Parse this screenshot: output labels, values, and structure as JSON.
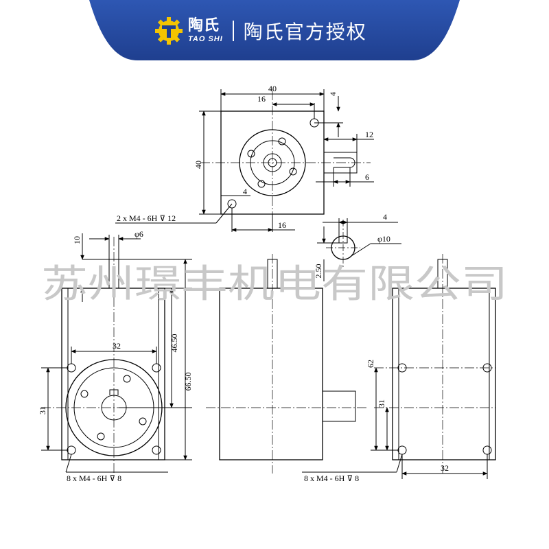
{
  "header": {
    "logo_cn": "陶氏",
    "logo_en": "TAO SHI",
    "slogan": "陶氏官方授权",
    "colors": {
      "banner": "#1f3f8f",
      "banner_light": "#2e57b3",
      "logo_yellow": "#f5c400"
    }
  },
  "watermark": {
    "text": "苏州璟丰机电有限公司"
  },
  "dimensions": {
    "top_width": "40",
    "top_offset": "16",
    "top_right_small": "4",
    "top_height": "40",
    "top_shaft_len": "12",
    "top_shaft_width": "6",
    "top_hole_offset": "4",
    "top_bottom_16": "16",
    "top_hole_note": "2 x  M4 - 6H ⊽ 12",
    "key_width": "4",
    "key_dia": "φ10",
    "key_depth": "2.50",
    "left_shaft_len": "10",
    "left_shaft_dia": "φ6",
    "left_pcd": "32",
    "left_h1": "46.50",
    "left_h2": "66.50",
    "left_31": "31",
    "left_note": "8 x  M4 - 6H ⊽ 8",
    "right_62": "62",
    "right_31": "31",
    "right_32": "32",
    "right_note": "8 x  M4 - 6H ⊽ 8"
  }
}
